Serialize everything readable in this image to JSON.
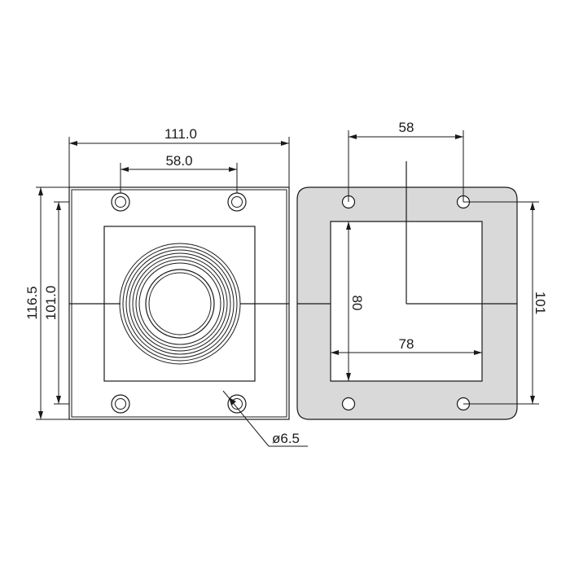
{
  "colors": {
    "line": "#1a1a1a",
    "gasket_fill": "#d9d9d9",
    "background": "#ffffff"
  },
  "front_view": {
    "overall_width": "111.0",
    "hole_spacing": "58.0",
    "overall_height": "116.5",
    "hole_vertical_spacing": "101.0",
    "hole_diameter": "ø6.5"
  },
  "gasket_view": {
    "hole_spacing": "58",
    "hole_vertical_spacing": "101",
    "cutout_width": "78",
    "cutout_height": "80"
  }
}
